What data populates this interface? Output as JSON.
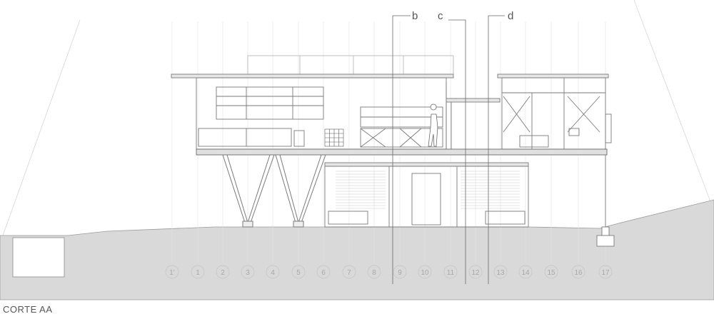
{
  "title": "CORTE AA",
  "section_markers": [
    "b",
    "c",
    "d"
  ],
  "axes": [
    "1'",
    "1",
    "2",
    "3",
    "4",
    "5",
    "6",
    "7",
    "8",
    "9",
    "10",
    "11",
    "12",
    "13",
    "14",
    "15",
    "16",
    "17"
  ],
  "colors": {
    "ground_fill": "#d9d9d9",
    "line": "#8a8a8a",
    "light_line": "#d0d0d0",
    "text": "#555555",
    "axis_text": "#a8a8a8"
  }
}
